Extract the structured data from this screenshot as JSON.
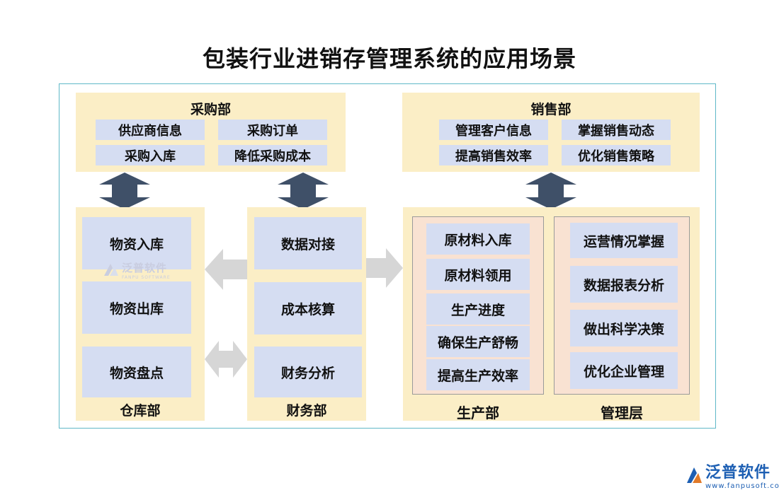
{
  "title": "包装行业进销存管理系统的应用场景",
  "purchase": {
    "label": "采购部",
    "items": [
      "供应商信息",
      "采购订单",
      "采购入库",
      "降低采购成本"
    ]
  },
  "sales": {
    "label": "销售部",
    "items": [
      "管理客户信息",
      "掌握销售动态",
      "提高销售效率",
      "优化销售策略"
    ]
  },
  "warehouse": {
    "label": "仓库部",
    "items": [
      "物资入库",
      "物资出库",
      "物资盘点"
    ]
  },
  "finance": {
    "label": "财务部",
    "items": [
      "数据对接",
      "成本核算",
      "财务分析"
    ]
  },
  "production": {
    "label": "生产部",
    "items": [
      "原材料入库",
      "原材料领用",
      "生产进度",
      "确保生产舒畅",
      "提高生产效率"
    ]
  },
  "management": {
    "label": "管理层",
    "items": [
      "运营情况掌握",
      "数据报表分析",
      "做出科学决策",
      "优化企业管理"
    ]
  },
  "watermark": {
    "name": "泛普软件",
    "sub": "FANPU SOFTWARE"
  },
  "logo": {
    "name": "泛普软件",
    "url": "www.fanpusoft.com"
  },
  "colors": {
    "panel": "#fbeec6",
    "box": "#d5ddf2",
    "sub_panel": "#f9e2d2",
    "dark_arrow": "#3f5068",
    "light_arrow": "#d6d6d6",
    "frame_border": "#5fb8c8",
    "logo": "#1d5fb3"
  }
}
